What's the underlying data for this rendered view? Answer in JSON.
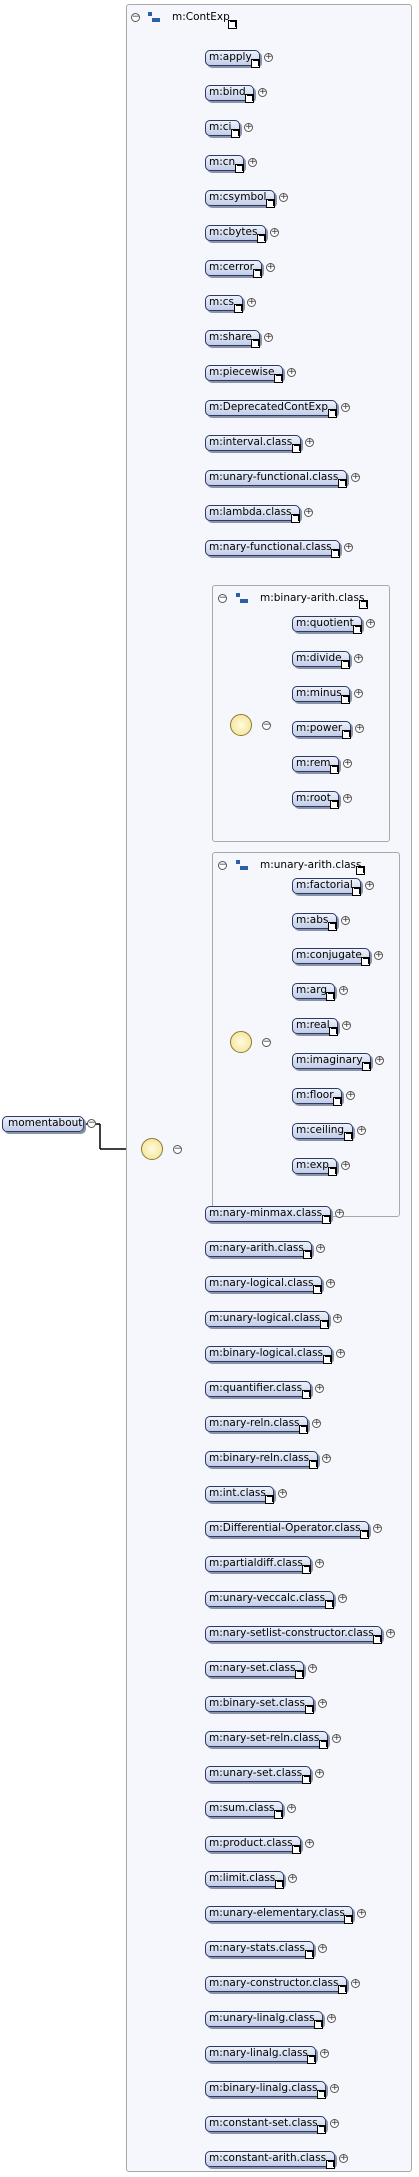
{
  "root": {
    "label": "momentabout"
  },
  "group": {
    "title": "m:ContExp",
    "items": [
      "m:apply",
      "m:bind",
      "m:ci",
      "m:cn",
      "m:csymbol",
      "m:cbytes",
      "m:cerror",
      "m:cs",
      "m:share",
      "m:piecewise",
      "m:DeprecatedContExp",
      "m:interval.class",
      "m:unary-functional.class",
      "m:lambda.class",
      "m:nary-functional.class"
    ],
    "binary_arith": {
      "title": "m:binary-arith.class",
      "items": [
        "m:quotient",
        "m:divide",
        "m:minus",
        "m:power",
        "m:rem",
        "m:root"
      ]
    },
    "unary_arith": {
      "title": "m:unary-arith.class",
      "items": [
        "m:factorial",
        "m:abs",
        "m:conjugate",
        "m:arg",
        "m:real",
        "m:imaginary",
        "m:floor",
        "m:ceiling",
        "m:exp"
      ]
    },
    "items_after": [
      "m:nary-minmax.class",
      "m:nary-arith.class",
      "m:nary-logical.class",
      "m:unary-logical.class",
      "m:binary-logical.class",
      "m:quantifier.class",
      "m:nary-reln.class",
      "m:binary-reln.class",
      "m:int.class",
      "m:Differential-Operator.class",
      "m:partialdiff.class",
      "m:unary-veccalc.class",
      "m:nary-setlist-constructor.class",
      "m:nary-set.class",
      "m:binary-set.class",
      "m:nary-set-reln.class",
      "m:unary-set.class",
      "m:sum.class",
      "m:product.class",
      "m:limit.class",
      "m:unary-elementary.class",
      "m:nary-stats.class",
      "m:nary-constructor.class",
      "m:unary-linalg.class",
      "m:nary-linalg.class",
      "m:binary-linalg.class",
      "m:constant-set.class",
      "m:constant-arith.class"
    ]
  },
  "colors": {
    "line": "#000000",
    "pill_border": "#2b3a66",
    "group_border": "#a9a9a9",
    "group_bg": "#f5f7fc"
  }
}
